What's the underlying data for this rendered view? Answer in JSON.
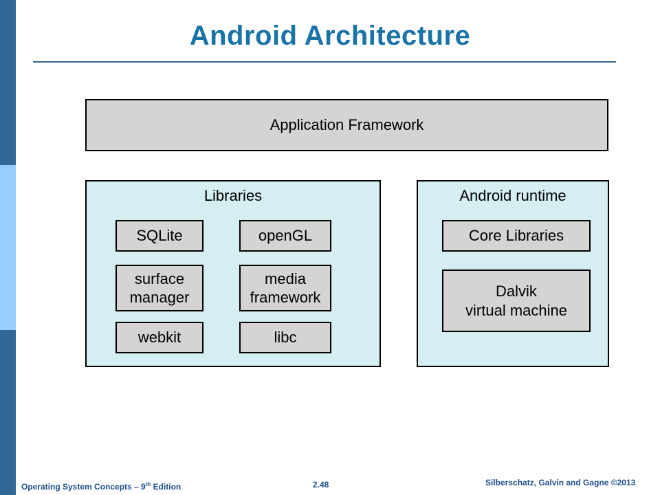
{
  "slide": {
    "title": "Android Architecture"
  },
  "diagram": {
    "app_framework": "Application Framework",
    "libraries": {
      "label": "Libraries",
      "items": [
        "SQLite",
        "openGL",
        "surface\nmanager",
        "media\nframework",
        "webkit",
        "libc"
      ]
    },
    "runtime": {
      "label": "Android runtime",
      "items": [
        "Core Libraries",
        "Dalvik\nvirtual machine"
      ]
    }
  },
  "footer": {
    "book_prefix": "Operating System Concepts – 9",
    "book_sup": "th",
    "book_suffix": " Edition",
    "page": "2.48",
    "copyright": "Silberschatz, Galvin and Gagne ©2013"
  },
  "colors": {
    "title": "#1a73a7",
    "sidebar_dark": "#336699",
    "sidebar_light": "#99ccff",
    "box_gray": "#d4d4d4",
    "panel_cyan": "#d4eef2"
  }
}
